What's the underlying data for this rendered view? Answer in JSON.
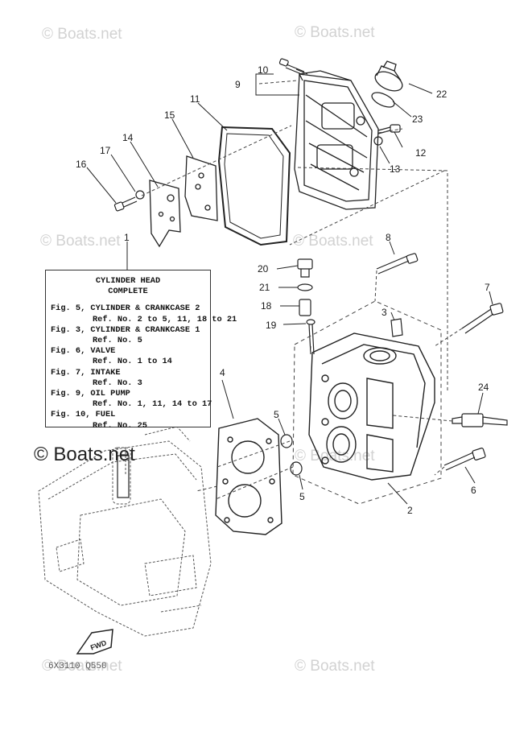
{
  "watermarks": {
    "top_left": "© Boats.net",
    "top_right": "© Boats.net",
    "mid_left": "© Boats.net",
    "mid_right": "© Boats.net",
    "big": "© Boats.net",
    "lower_right_1": "© Boats.net",
    "bottom_left": "© Boats.net",
    "bottom_right": "© Boats.net"
  },
  "part_numbers": {
    "p1": "1",
    "p2": "2",
    "p3": "3",
    "p4": "4",
    "p5a": "5",
    "p5b": "5",
    "p6": "6",
    "p7": "7",
    "p8": "8",
    "p9": "9",
    "p10": "10",
    "p11": "11",
    "p12": "12",
    "p13": "13",
    "p14": "14",
    "p15": "15",
    "p16": "16",
    "p17": "17",
    "p18": "18",
    "p19": "19",
    "p20": "20",
    "p21": "21",
    "p22": "22",
    "p23": "23",
    "p24": "24"
  },
  "reference_box": {
    "title": "CYLINDER HEAD",
    "subtitle": "COMPLETE",
    "entries": [
      {
        "fig": "Fig. 5, CYLINDER & CRANKCASE 2",
        "ref": "Ref. No. 2 to 5, 11, 18 to 21"
      },
      {
        "fig": "Fig. 3, CYLINDER & CRANKCASE 1",
        "ref": "Ref. No. 5"
      },
      {
        "fig": "Fig. 6, VALVE",
        "ref": "Ref. No. 1 to 14"
      },
      {
        "fig": "Fig. 7, INTAKE",
        "ref": "Ref. No. 3"
      },
      {
        "fig": "Fig. 9, OIL PUMP",
        "ref": "Ref. No. 1, 11, 14 to 17"
      },
      {
        "fig": "Fig. 10, FUEL",
        "ref": "Ref. No. 25"
      }
    ]
  },
  "fwd_label": "FWD",
  "figure_code": "6X3110 Q550"
}
